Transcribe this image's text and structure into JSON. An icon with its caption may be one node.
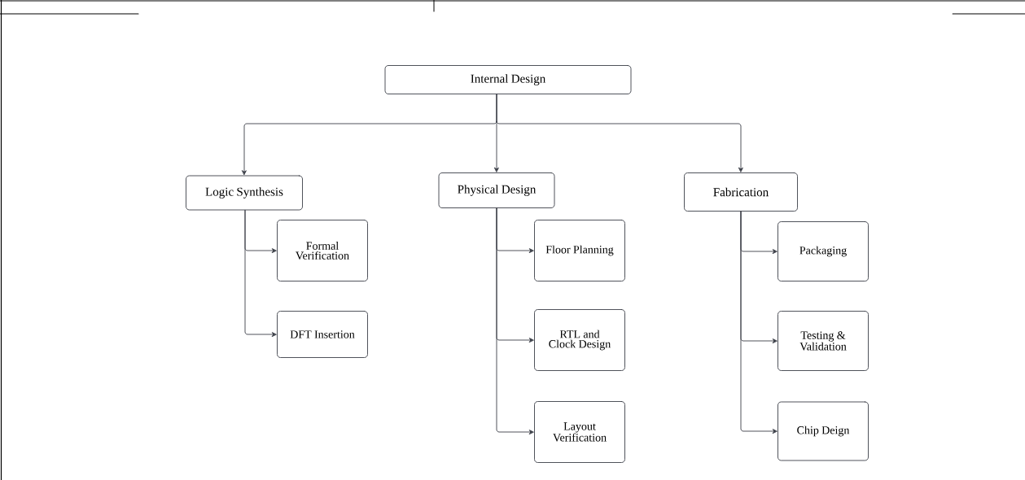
{
  "diagram": {
    "nodes": [
      {
        "text": [
          "Internal Design"
        ]
      },
      {
        "text": [
          "Logic Synthesis"
        ]
      },
      {
        "text": [
          "Formal Verification"
        ]
      },
      {
        "text": [
          "DFT Insertion"
        ]
      },
      {
        "text": [
          "Physical Design"
        ]
      },
      {
        "text": [
          "Floor Planning"
        ]
      },
      {
        "text": [
          "RTL and Clock Design"
        ]
      },
      {
        "text": [
          "Layout Verification"
        ]
      },
      {
        "text": [
          "Fabrication"
        ]
      },
      {
        "text": [
          "Packaging"
        ]
      },
      {
        "text": [
          "Testing & Validation"
        ]
      },
      {
        "text": [
          "Chip Deign"
        ]
      }
    ],
    "edges": [
      {
        "from": 0,
        "to": 1,
        "arrow": "to"
      },
      {
        "from": 0,
        "to": 4,
        "arrow": "to"
      },
      {
        "from": 0,
        "to": 8,
        "arrow": "to"
      },
      {
        "from": 1,
        "to": 2,
        "arrow": "to"
      },
      {
        "from": 1,
        "to": 3,
        "arrow": "to"
      },
      {
        "from": 4,
        "to": 5,
        "arrow": "to"
      },
      {
        "from": 4,
        "to": 6,
        "arrow": "to"
      },
      {
        "from": 4,
        "to": 7,
        "arrow": "to"
      },
      {
        "from": 8,
        "to": 9,
        "arrow": "to"
      },
      {
        "from": 8,
        "to": 10,
        "arrow": "to"
      },
      {
        "from": 8,
        "to": 11,
        "arrow": "to"
      }
    ]
  }
}
